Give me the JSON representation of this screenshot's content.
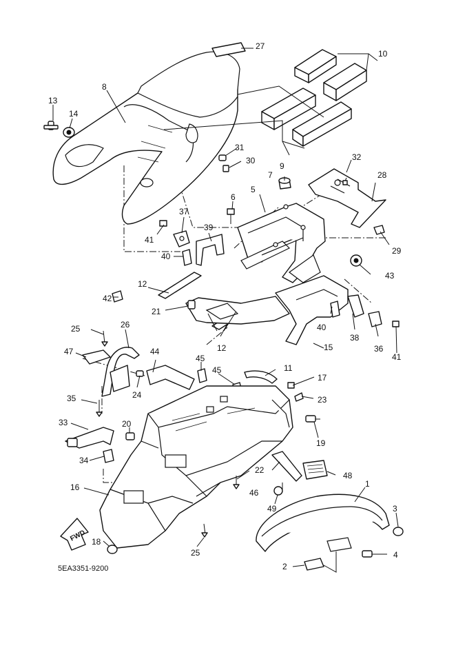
{
  "figure_code": "5EA3351-9200",
  "fwd_label": "FWD",
  "callouts": {
    "c1": "1",
    "c2": "2",
    "c3": "3",
    "c4": "4",
    "c5": "5",
    "c6": "6",
    "c7": "7",
    "c8": "8",
    "c9": "9",
    "c10": "10",
    "c11": "11",
    "c12a": "12",
    "c12b": "12",
    "c13": "13",
    "c14": "14",
    "c15": "15",
    "c16": "16",
    "c17": "17",
    "c18": "18",
    "c19": "19",
    "c20": "20",
    "c21": "21",
    "c22": "22",
    "c23": "23",
    "c24": "24",
    "c25a": "25",
    "c25b": "25",
    "c26": "26",
    "c27": "27",
    "c28": "28",
    "c29": "29",
    "c30": "30",
    "c31": "31",
    "c32": "32",
    "c33": "33",
    "c34": "34",
    "c35": "35",
    "c36": "36",
    "c37": "37",
    "c38": "38",
    "c39": "39",
    "c40a": "40",
    "c40b": "40",
    "c41a": "41",
    "c41b": "41",
    "c42": "42",
    "c43": "43",
    "c44": "44",
    "c45a": "45",
    "c45b": "45",
    "c46": "46",
    "c47": "47",
    "c48": "48",
    "c49": "49"
  }
}
